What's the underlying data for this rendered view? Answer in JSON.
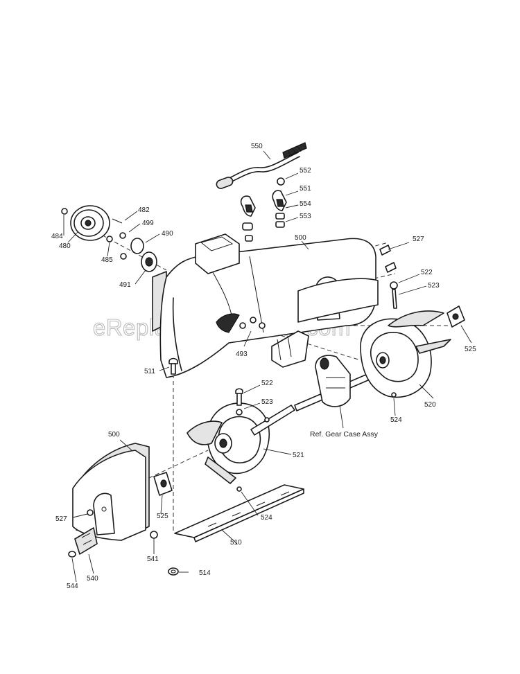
{
  "watermark": "eReplacementParts.com",
  "reference_label": "Ref. Gear Case Assy",
  "callouts": {
    "c550": "550",
    "c552a": "552",
    "c551": "551",
    "c554": "554",
    "c553": "553",
    "c482": "482",
    "c499": "499",
    "c490": "490",
    "c484": "484",
    "c480": "480",
    "c485": "485",
    "c491": "491",
    "c500a": "500",
    "c527a": "527",
    "c522a": "522",
    "c523a": "523",
    "c525a": "525",
    "c493": "493",
    "c511": "511",
    "c520": "520",
    "c524a": "524",
    "c522b": "522",
    "c523b": "523",
    "c521": "521",
    "c500b": "500",
    "c527b": "527",
    "c525b": "525",
    "c524b": "524",
    "c510": "510",
    "c541": "541",
    "c514": "514",
    "c544": "544",
    "c540": "540"
  }
}
